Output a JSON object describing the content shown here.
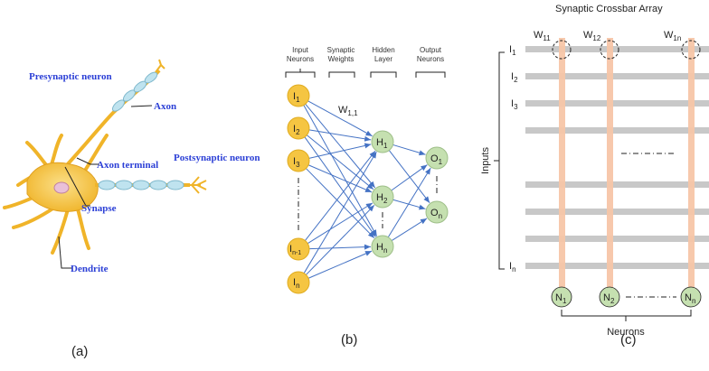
{
  "panel_a": {
    "caption": "(a)",
    "labels": {
      "presynaptic": "Presynaptic neuron",
      "axon": "Axon",
      "axon_terminal": "Axon terminal",
      "postsynaptic": "Postsynaptic neuron",
      "synapse": "Synapse",
      "dendrite": "Dendrite"
    }
  },
  "panel_b": {
    "caption": "(b)",
    "headers": {
      "input_1": "Input",
      "input_2": "Neurons",
      "synaptic_1": "Synaptic",
      "synaptic_2": "Weights",
      "hidden_1": "Hidden",
      "hidden_2": "Layer",
      "output_1": "Output",
      "output_2": "Neurons"
    },
    "weight_label": {
      "base": "W",
      "sub": "1,1"
    },
    "inputs": [
      {
        "base": "I",
        "sub": "1"
      },
      {
        "base": "I",
        "sub": "2"
      },
      {
        "base": "I",
        "sub": "3"
      },
      {
        "base": "I",
        "sub": "n-1"
      },
      {
        "base": "I",
        "sub": "n"
      }
    ],
    "hidden": [
      {
        "base": "H",
        "sub": "1"
      },
      {
        "base": "H",
        "sub": "2"
      },
      {
        "base": "H",
        "sub": "n"
      }
    ],
    "outputs": [
      {
        "base": "O",
        "sub": "1"
      },
      {
        "base": "O",
        "sub": "n"
      }
    ],
    "colors": {
      "input": "#f5c542",
      "hidden": "#c5e0b0",
      "arrow": "#4472c4"
    }
  },
  "panel_c": {
    "title": "Synaptic Crossbar Array",
    "caption": "(c)",
    "inputs_label": "Inputs",
    "neurons_label": "Neurons",
    "weights": [
      {
        "base": "W",
        "sub": "11"
      },
      {
        "base": "W",
        "sub": "12"
      },
      {
        "base": "W",
        "sub": "1n"
      }
    ],
    "row_labels": [
      {
        "base": "I",
        "sub": "1"
      },
      {
        "base": "I",
        "sub": "2"
      },
      {
        "base": "I",
        "sub": "3"
      },
      {
        "base": "I",
        "sub": "n"
      }
    ],
    "neurons": [
      {
        "base": "N",
        "sub": "1"
      },
      {
        "base": "N",
        "sub": "2"
      },
      {
        "base": "N",
        "sub": "n"
      }
    ],
    "colors": {
      "row": "#c8c8c8",
      "column": "#f7c6a8",
      "neuron": "#c5e0b0"
    }
  }
}
